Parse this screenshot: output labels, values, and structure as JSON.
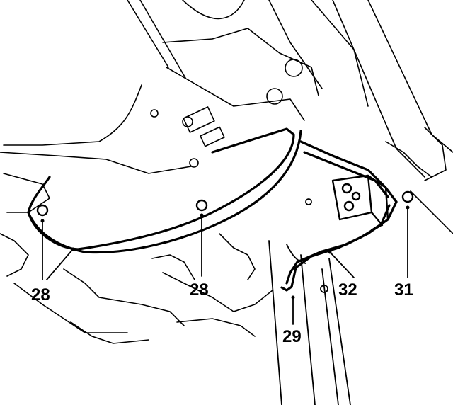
{
  "diagram": {
    "callouts": [
      {
        "id": "28a",
        "label": "28"
      },
      {
        "id": "28b",
        "label": "28"
      },
      {
        "id": "29",
        "label": "29"
      },
      {
        "id": "32",
        "label": "32"
      },
      {
        "id": "31",
        "label": "31"
      }
    ]
  }
}
